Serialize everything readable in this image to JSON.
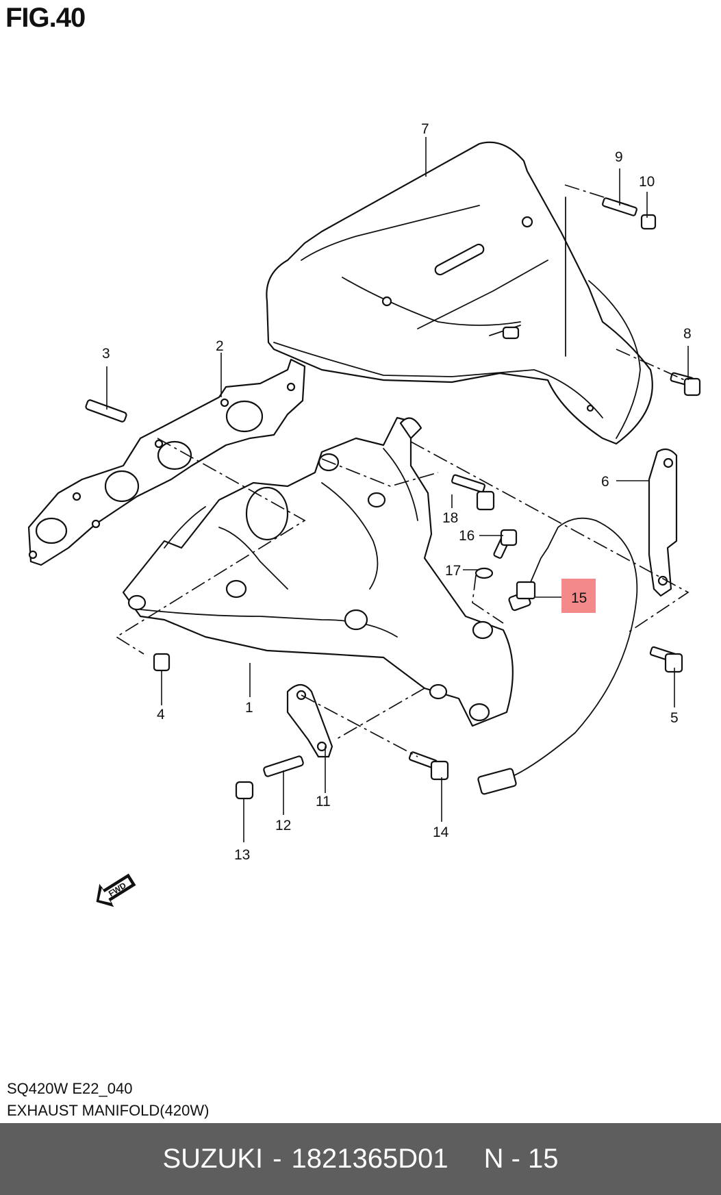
{
  "figure": {
    "title": "FIG.40"
  },
  "callouts": [
    {
      "number": "1"
    },
    {
      "number": "2"
    },
    {
      "number": "3"
    },
    {
      "number": "4"
    },
    {
      "number": "5"
    },
    {
      "number": "6"
    },
    {
      "number": "7"
    },
    {
      "number": "8"
    },
    {
      "number": "9"
    },
    {
      "number": "10"
    },
    {
      "number": "11"
    },
    {
      "number": "12"
    },
    {
      "number": "13"
    },
    {
      "number": "14"
    },
    {
      "number": "15",
      "highlighted": true
    },
    {
      "number": "16"
    },
    {
      "number": "17"
    },
    {
      "number": "18"
    }
  ],
  "highlight_color": "#f4898a",
  "direction_marker": {
    "label": "FWD"
  },
  "caption": {
    "model_code": "SQ420W E22_040",
    "diagram_name": "EXHAUST MANIFOLD(420W)"
  },
  "footer": {
    "brand": "SUZUKI",
    "separator": "-",
    "part_number": "1821365D01",
    "position_label": "N - 15",
    "background": "#5e5e5e"
  }
}
